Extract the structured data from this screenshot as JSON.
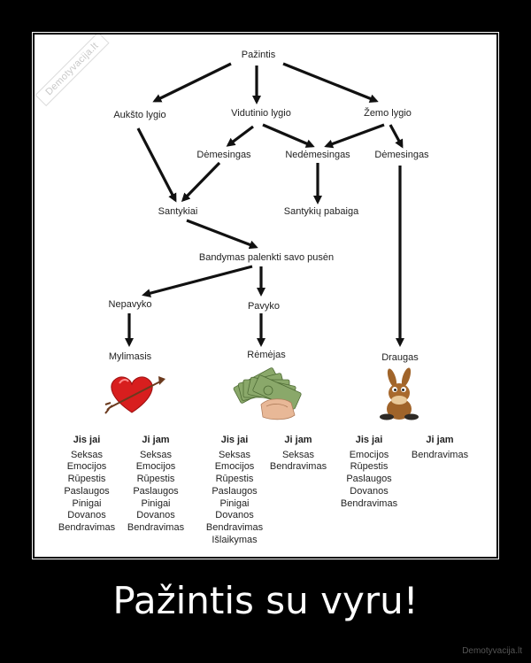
{
  "watermark": "Demotyvacija.lt",
  "caption": "Pažintis su vyru!",
  "site": "Demotyvacija.lt",
  "diagram": {
    "nodes": {
      "root": "Pažintis",
      "high": "Aukšto lygio",
      "mid": "Vidutinio lygio",
      "low": "Žemo lygio",
      "att1": "Dėmesingas",
      "inatt": "Nedėmesingas",
      "att2": "Dėmesingas",
      "rel": "Santykiai",
      "relend": "Santykių pabaiga",
      "attempt": "Bandymas palenkti savo pusėn",
      "fail": "Nepavyko",
      "success": "Pavyko",
      "lover": "Mylimasis",
      "sponsor": "Rėmėjas",
      "friend": "Draugas"
    },
    "images": [
      "heart-with-arrow-icon",
      "money-in-hand-icon",
      "cartoon-donkey-icon"
    ],
    "columns": [
      {
        "header": "Jis jai",
        "items": [
          "Seksas",
          "Emocijos",
          "Rūpestis",
          "Paslaugos",
          "Pinigai",
          "Dovanos",
          "Bendravimas"
        ]
      },
      {
        "header": "Ji jam",
        "items": [
          "Seksas",
          "Emocijos",
          "Rūpestis",
          "Paslaugos",
          "Pinigai",
          "Dovanos",
          "Bendravimas"
        ]
      },
      {
        "header": "Jis jai",
        "items": [
          "Seksas",
          "Emocijos",
          "Rūpestis",
          "Paslaugos",
          "Pinigai",
          "Dovanos",
          "Bendravimas",
          "Išlaikymas"
        ]
      },
      {
        "header": "Ji jam",
        "items": [
          "Seksas",
          "Bendravimas"
        ]
      },
      {
        "header": "Jis jai",
        "items": [
          "Emocijos",
          "Rūpestis",
          "Paslaugos",
          "Dovanos",
          "Bendravimas"
        ]
      },
      {
        "header": "Ji jam",
        "items": [
          "Bendravimas"
        ]
      }
    ],
    "colors": {
      "heart": "#d81e1e",
      "money": "#6f8f4f",
      "donkey": "#a0642a",
      "arrow": "#111111"
    }
  }
}
